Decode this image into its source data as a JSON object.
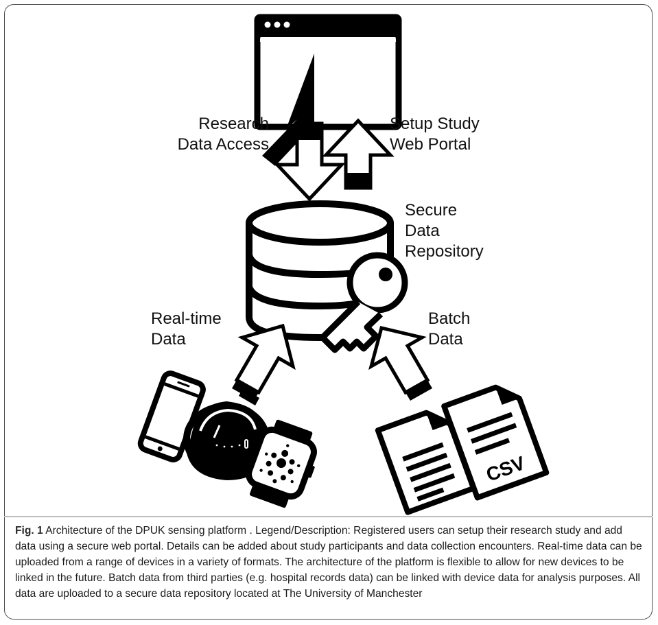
{
  "labels": {
    "research_access": [
      "Research",
      "Data Access"
    ],
    "setup_portal": [
      "Setup Study",
      "Web Portal"
    ],
    "repository": [
      "Secure",
      "Data",
      "Repository"
    ],
    "realtime": [
      "Real-time",
      "Data"
    ],
    "batch": [
      "Batch",
      "Data"
    ],
    "csv": "CSV"
  },
  "caption": {
    "fig_label": "Fig. 1",
    "text": " Architecture of the DPUK sensing platform . Legend/Description: Registered users can setup their research study and add data using a secure web portal. Details can be added about study participants and data collection encounters. Real-time data can be uploaded from a range of devices in a variety of formats. The architecture of the platform is flexible to allow for new devices to be linked in the future. Batch data from third parties (e.g. hospital records data) can be linked with device data for analysis purposes. All data are uploaded to a secure data repository located at The University of Manchester"
  },
  "icons": [
    "browser-window-icon",
    "cursor-arrow-icon",
    "database-icon",
    "key-icon",
    "smartphone-icon",
    "fitness-band-icon",
    "smartwatch-icon",
    "document-icon",
    "csv-document-icon"
  ]
}
